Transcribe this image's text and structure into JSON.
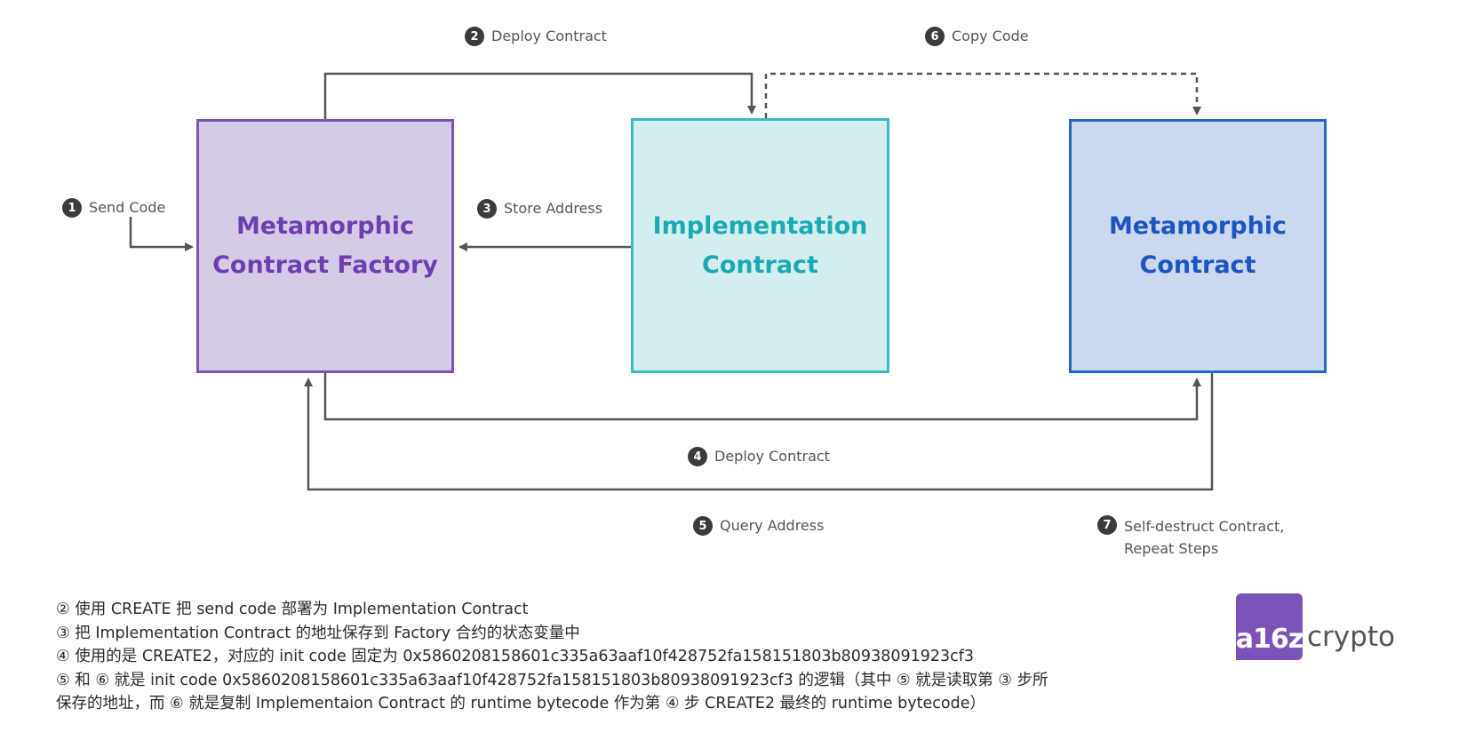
{
  "boxes": {
    "factory": {
      "line1": "Metamorphic",
      "line2": "Contract Factory",
      "color": "#6b3fb0"
    },
    "implementation": {
      "line1": "Implementation",
      "line2": "Contract",
      "color": "#1aaab3"
    },
    "metamorphic": {
      "line1": "Metamorphic",
      "line2": "Contract",
      "color": "#1b55c0"
    }
  },
  "steps": {
    "s1": {
      "num": "1",
      "label": "Send Code"
    },
    "s2": {
      "num": "2",
      "label": "Deploy Contract"
    },
    "s3": {
      "num": "3",
      "label": "Store Address"
    },
    "s4": {
      "num": "4",
      "label": "Deploy Contract"
    },
    "s5": {
      "num": "5",
      "label": "Query Address"
    },
    "s6": {
      "num": "6",
      "label": "Copy Code"
    },
    "s7": {
      "num": "7",
      "line1": "Self-destruct Contract,",
      "line2": "Repeat Steps"
    }
  },
  "notes": [
    "② 使用 CREATE 把 send code 部署为 Implementation Contract",
    "③ 把 Implementation Contract 的地址保存到 Factory 合约的状态变量中",
    "④ 使用的是 CREATE2，对应的 init code 固定为 0x5860208158601c335a63aaf10f428752fa158151803b80938091923cf3",
    "⑤ 和 ⑥ 就是 init code 0x5860208158601c335a63aaf10f428752fa158151803b80938091923cf3 的逻辑（其中 ⑤ 就是读取第 ③ 步所",
    "保存的地址，而 ⑥ 就是复制 Implementaion Contract 的 runtime bytecode 作为第 ④ 步 CREATE2 最终的 runtime bytecode）"
  ],
  "logo": {
    "mark": "a16z",
    "word": "crypto",
    "color": "#7a52b8"
  }
}
